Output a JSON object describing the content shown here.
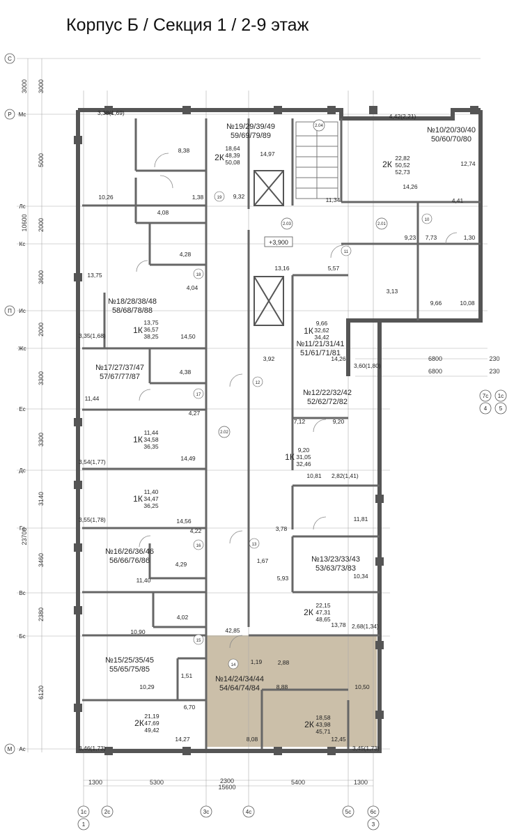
{
  "title": "Корпус Б / Секция 1 / 2-9 этаж",
  "axes_left": [
    {
      "l1": "С",
      "l2": ""
    },
    {
      "l1": "Р",
      "l2": "Мс"
    },
    {
      "l1": "",
      "l2": "Лс"
    },
    {
      "l1": "",
      "l2": "Кс"
    },
    {
      "l1": "П",
      "l2": "Ис"
    },
    {
      "l1": "",
      "l2": "Жс"
    },
    {
      "l1": "",
      "l2": "Ес"
    },
    {
      "l1": "",
      "l2": "Дс"
    },
    {
      "l1": "",
      "l2": "Гс"
    },
    {
      "l1": "",
      "l2": "Вс"
    },
    {
      "l1": "",
      "l2": "Бс"
    },
    {
      "l1": "М",
      "l2": "Ас"
    }
  ],
  "dims_left": [
    "3000",
    "3000",
    "5000",
    "2000",
    "3600",
    "2000",
    "3300",
    "3300",
    "3140",
    "3460",
    "2380",
    "6120"
  ],
  "dims_left_total": [
    "10600",
    "23700"
  ],
  "axes_bottom": [
    {
      "top": "1с",
      "bottom": "1"
    },
    {
      "top": "2с",
      "bottom": ""
    },
    {
      "top": "3с",
      "bottom": ""
    },
    {
      "top": "4с",
      "bottom": ""
    },
    {
      "top": "5с",
      "bottom": ""
    },
    {
      "top": "6с",
      "bottom": "3"
    }
  ],
  "dims_bottom": [
    "1300",
    "5300",
    "2300",
    "5400",
    "1300"
  ],
  "dims_bottom_total": "15600",
  "axes_right": [
    {
      "top": "7с",
      "bottom": "4"
    },
    {
      "top": "1с",
      "bottom": "5"
    }
  ],
  "dims_right": [
    "6800",
    "6800"
  ],
  "dims_right_small": [
    "230",
    "230"
  ],
  "level_mark": "+3,900",
  "stair_labels": [
    "2.04",
    "2.03",
    "2.02",
    "2.01"
  ],
  "zone_numbers": [
    "19",
    "18",
    "17",
    "16",
    "15",
    "14",
    "13",
    "12",
    "11",
    "10"
  ],
  "apartments": [
    {
      "nums": "№19/29/39/49",
      "nums2": "59/69/79/89",
      "type": "2К",
      "a1": "18,64",
      "a2": "48,39",
      "a3": "50,08"
    },
    {
      "nums": "№10/20/30/40",
      "nums2": "50/60/70/80",
      "type": "2К",
      "a1": "22,82",
      "a2": "50,52",
      "a3": "52,73"
    },
    {
      "nums": "№18/28/38/48",
      "nums2": "58/68/78/88",
      "type": "1К",
      "a1": "13,75",
      "a2": "36,57",
      "a3": "38,25"
    },
    {
      "nums": "№11/21/31/41",
      "nums2": "51/61/71/81",
      "type": "1К",
      "a1": "9,66",
      "a2": "32,62",
      "a3": "34,42"
    },
    {
      "nums": "№17/27/37/47",
      "nums2": "57/67/77/87",
      "type": "1К",
      "a1": "11,44",
      "a2": "34,58",
      "a3": "36,35"
    },
    {
      "nums": "№12/22/32/42",
      "nums2": "52/62/72/82",
      "type": "1К",
      "a1": "9,20",
      "a2": "31,05",
      "a3": "32,46"
    },
    {
      "nums": "",
      "nums2": "",
      "type": "1К",
      "a1": "11,40",
      "a2": "34,47",
      "a3": "36,25"
    },
    {
      "nums": "№16/26/36/46",
      "nums2": "56/66/76/86",
      "type": "",
      "a1": "",
      "a2": "",
      "a3": ""
    },
    {
      "nums": "№13/23/33/43",
      "nums2": "53/63/73/83",
      "type": "2К",
      "a1": "22,15",
      "a2": "47,31",
      "a3": "48,65"
    },
    {
      "nums": "№15/25/35/45",
      "nums2": "55/65/75/85",
      "type": "2К",
      "a1": "21,19",
      "a2": "47,69",
      "a3": "49,42"
    },
    {
      "nums": "№14/24/34/44",
      "nums2": "54/64/74/84",
      "type": "2К",
      "a1": "18,58",
      "a2": "43,98",
      "a3": "45,71"
    }
  ],
  "room_areas": [
    "3,38(1,69)",
    "8,38",
    "14,97",
    "4,42(2,21)",
    "12,74",
    "10,26",
    "9,32",
    "4,08",
    "1,38",
    "11,34",
    "14,26",
    "4,41",
    "9,23",
    "7,73",
    "1,30",
    "4,28",
    "13,16",
    "5,57",
    "13,75",
    "4,04",
    "3,13",
    "9,66",
    "10,08",
    "14,50",
    "3,35(1,68)",
    "3,92",
    "14,26",
    "3,60(1,80)",
    "4,38",
    "11,44",
    "7,12",
    "9,20",
    "4,27",
    "14,49",
    "3,54(1,77)",
    "10,81",
    "2,82(1,41)",
    "3,78",
    "11,81",
    "14,56",
    "3,55(1,78)",
    "4,22",
    "4,29",
    "1,67",
    "5,93",
    "10,34",
    "11,40",
    "4,02",
    "13,78",
    "2,68(1,34)",
    "42,85",
    "10,90",
    "1,19",
    "2,88",
    "8,88",
    "10,50",
    "1,51",
    "6,70",
    "10,29",
    "14,27",
    "8,08",
    "12,45",
    "3,46(1,73)",
    "3,45(1,73)"
  ]
}
